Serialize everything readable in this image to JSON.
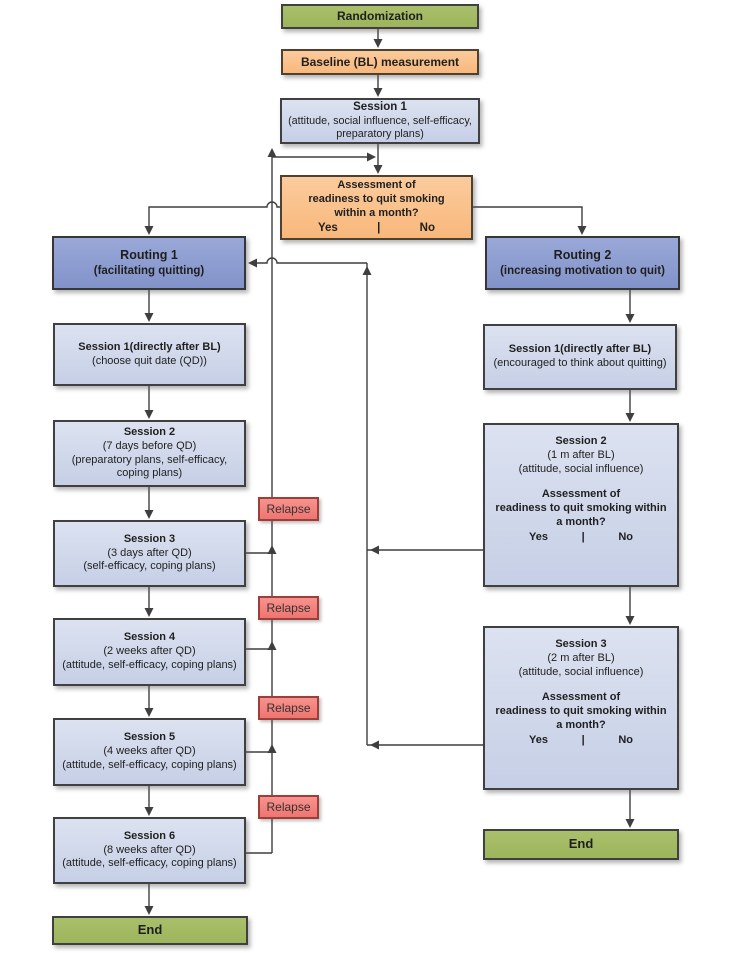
{
  "nodes": {
    "randomization": {
      "label": "Randomization"
    },
    "baseline": {
      "label": "Baseline (BL) measurement"
    },
    "session1_top": {
      "title": "Session 1",
      "sub": "(attitude, social influence, self-efficacy, preparatory plans)"
    },
    "assessment": {
      "line1": "Assessment of",
      "line2": "readiness to quit smoking",
      "line3": "within a month?",
      "yes": "Yes",
      "sep": "|",
      "no": "No"
    },
    "routing1": {
      "title": "Routing 1",
      "sub": "(facilitating quitting)"
    },
    "routing2": {
      "title": "Routing 2",
      "sub": "(increasing motivation to quit)"
    },
    "left_s1": {
      "title": "Session 1(directly after BL)",
      "sub1": "(choose quit date (QD))"
    },
    "left_s2": {
      "title": "Session 2",
      "sub1": "(7 days before QD)",
      "sub2": "(preparatory plans, self-efficacy, coping plans)"
    },
    "left_s3": {
      "title": "Session 3",
      "sub1": "(3 days after QD)",
      "sub2": "(self-efficacy, coping plans)"
    },
    "left_s4": {
      "title": "Session 4",
      "sub1": "(2 weeks after QD)",
      "sub2": "(attitude, self-efficacy, coping plans)"
    },
    "left_s5": {
      "title": "Session 5",
      "sub1": "(4 weeks after QD)",
      "sub2": "(attitude, self-efficacy, coping plans)"
    },
    "left_s6": {
      "title": "Session 6",
      "sub1": "(8 weeks after QD)",
      "sub2": "(attitude, self-efficacy, coping plans)"
    },
    "left_end": {
      "label": "End"
    },
    "right_s1": {
      "title": "Session 1(directly after BL)",
      "sub1": "(encouraged to think about quitting)"
    },
    "right_s2": {
      "title": "Session 2",
      "sub1": "(1 m after BL)",
      "sub2": "(attitude, social influence)",
      "assess1": "Assessment of",
      "assess2": "readiness to quit smoking within",
      "assess3": "a month?",
      "yes": "Yes",
      "sep": "|",
      "no": "No"
    },
    "right_s3": {
      "title": "Session 3",
      "sub1": "(2 m after BL)",
      "sub2": "(attitude, social influence)",
      "assess1": "Assessment of",
      "assess2": "readiness to quit smoking within",
      "assess3": "a month?",
      "yes": "Yes",
      "sep": "|",
      "no": "No"
    },
    "right_end": {
      "label": "End"
    },
    "relapse1": {
      "label": "Relapse"
    },
    "relapse2": {
      "label": "Relapse"
    },
    "relapse3": {
      "label": "Relapse"
    },
    "relapse4": {
      "label": "Relapse"
    }
  },
  "colors": {
    "green-fill": "#aabf6b",
    "green-fill-2": "#9db55c",
    "orange-fill": "#fbcb9c",
    "orange-fill-2": "#f8b87c",
    "orange-border": "#4e4130",
    "blue-fill": "#dce2f0",
    "blue-fill-2": "#c6cfe6",
    "routing-fill": "#99a8d7",
    "routing-fill-2": "#8293ca",
    "relapse-fill": "#f7928e",
    "relapse-fill-2": "#ef7570",
    "relapse-border": "#9c3f39",
    "border-dark": "#404040",
    "line": "#3f3f3f",
    "text": "#1f1f1f"
  }
}
